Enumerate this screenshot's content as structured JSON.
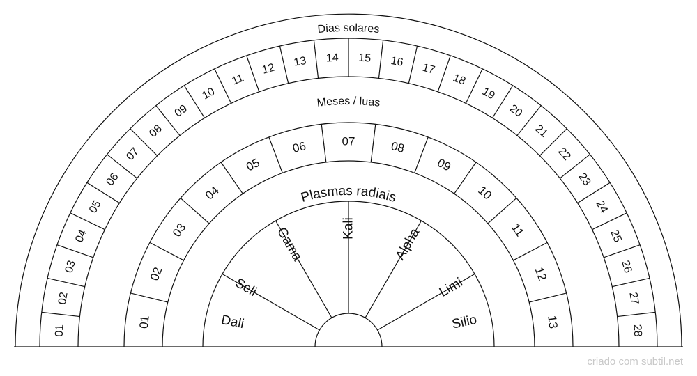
{
  "titles": {
    "days": "Dias solares",
    "months": "Meses / luas",
    "plasmas": "Plasmas radiais"
  },
  "days": [
    "01",
    "02",
    "03",
    "04",
    "05",
    "06",
    "07",
    "08",
    "09",
    "10",
    "11",
    "12",
    "13",
    "14",
    "15",
    "16",
    "17",
    "18",
    "19",
    "20",
    "21",
    "22",
    "23",
    "24",
    "25",
    "26",
    "27",
    "28"
  ],
  "months": [
    "01",
    "02",
    "03",
    "04",
    "05",
    "06",
    "07",
    "08",
    "09",
    "10",
    "11",
    "12",
    "13"
  ],
  "plasmas": [
    "Dali",
    "Seli",
    "Gama",
    "Kali",
    "Alpha",
    "Limi",
    "Silio"
  ],
  "watermark": "criado com subtil.net",
  "colors": {
    "stroke": "#111111",
    "background": "#ffffff",
    "watermark": "#c8c8c8"
  }
}
